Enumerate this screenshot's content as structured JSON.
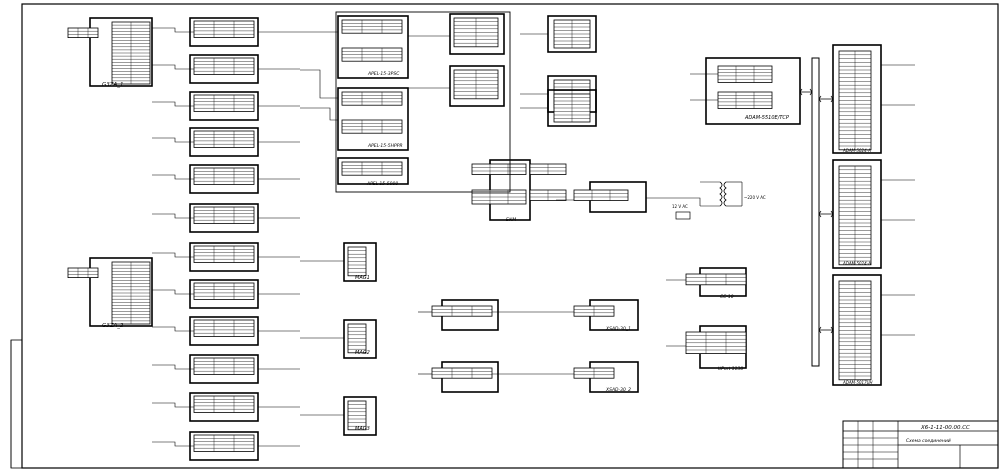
{
  "blocks": {
    "gszu_1": {
      "label": "G3ZA_1"
    },
    "gszu_2": {
      "label": "G3ZA_2"
    },
    "apel_1": {
      "label": "APEL-15-3PSC"
    },
    "apel_2": {
      "label": "APEL-15-5HPPR"
    },
    "apel_3": {
      "label": "APEL-15-5000"
    },
    "adam_5510": {
      "label": "ADAM-5510E/TCP"
    },
    "adam_a": {
      "label": "ADAM-5024-A"
    },
    "adam_b": {
      "label": "ADAM-5024-A"
    },
    "adam_c": {
      "label": "ADAM-5017UH"
    },
    "mag_1": {
      "label": "MAG1"
    },
    "mag_2": {
      "label": "MAG2"
    },
    "mag_3": {
      "label": "MAG3"
    },
    "bkm": {
      "label": "БКМ"
    },
    "upc_10": {
      "label": "CC-10"
    },
    "upc_1130": {
      "label": "UPort 1130"
    },
    "xsad_1": {
      "label": "XSAD-30_1"
    },
    "xsad_2": {
      "label": "XSAD-30_2"
    },
    "transformer": {
      "label": "~220 V AC"
    },
    "source_12v": {
      "label": "12 V AC"
    }
  },
  "title_block": {
    "doc_code": "Х6-1-11-00.00.СС",
    "doc_name": "Схема соединений"
  }
}
